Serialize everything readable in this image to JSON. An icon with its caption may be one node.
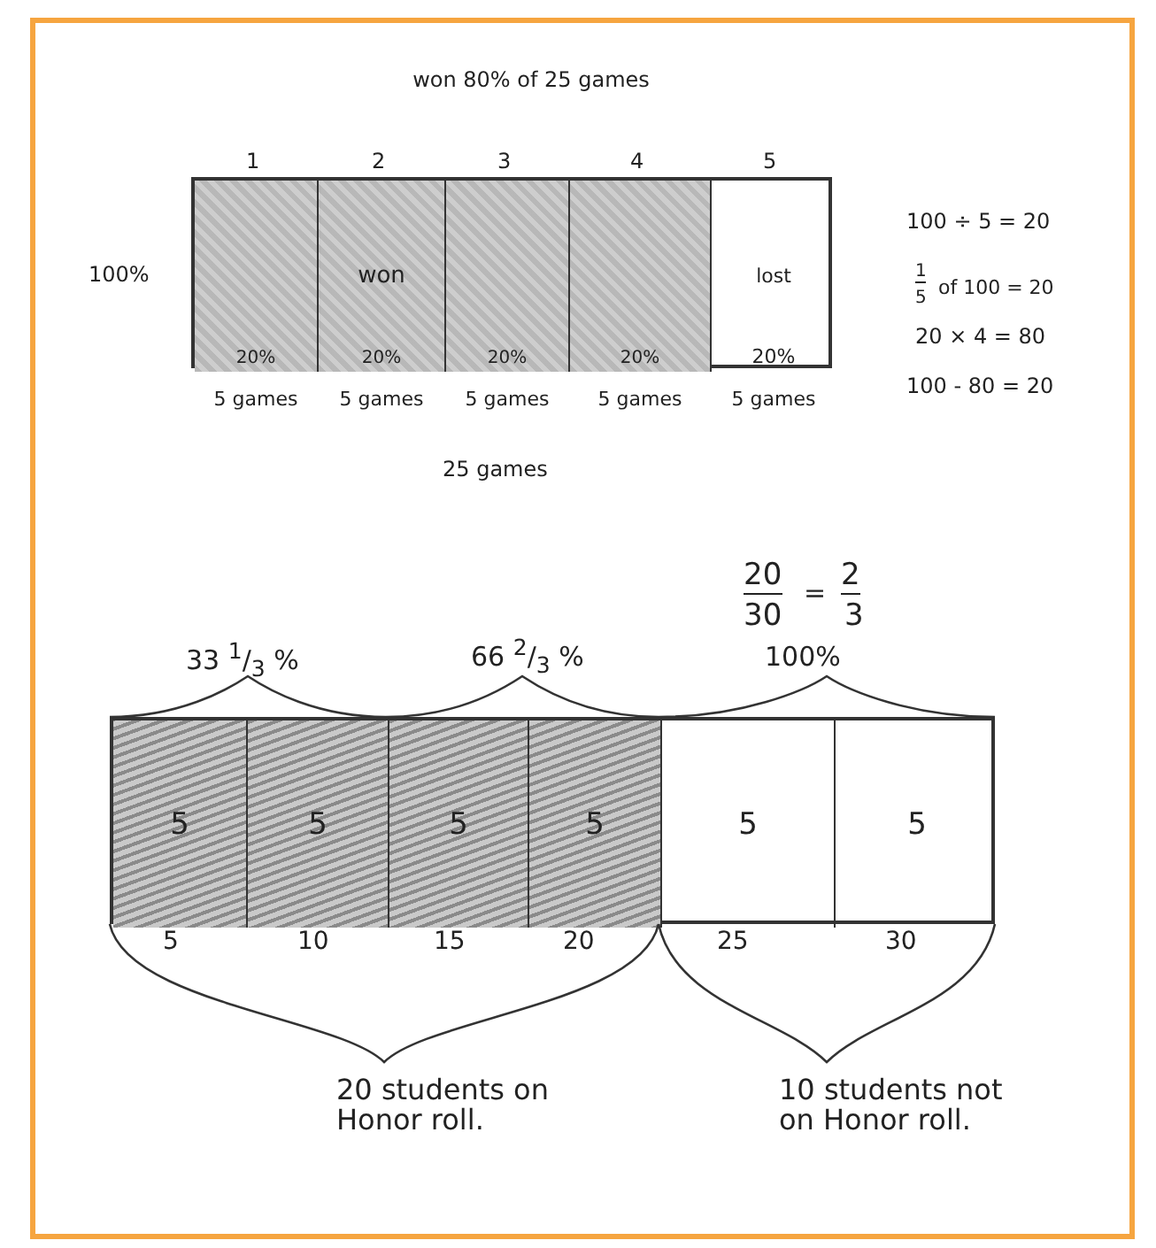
{
  "diagram": {
    "title": "won 80% of 25 games",
    "nodes": [
      {
        "text": [],
        "shape": "bar"
      },
      {
        "text": [
          "20%"
        ],
        "in": 0,
        "beside": [
          "5 games"
        ]
      },
      {
        "text": [
          "won",
          "20%"
        ],
        "in": 0,
        "beside": [
          "5 games"
        ]
      },
      {
        "text": [
          "20%"
        ],
        "in": 0,
        "beside": [
          "5 games"
        ]
      },
      {
        "text": [
          "20%"
        ],
        "in": 0,
        "beside": [
          "5 games"
        ]
      },
      {
        "text": [
          "lost",
          "20%"
        ],
        "in": 0,
        "beside": [
          "5 games"
        ]
      },
      {
        "text": [],
        "shape": "bar"
      },
      {
        "text": [
          "5"
        ],
        "in": 6
      },
      {
        "text": [
          "5"
        ],
        "in": 6
      },
      {
        "text": [
          "5"
        ],
        "in": 6
      },
      {
        "text": [
          "5"
        ],
        "in": 6
      },
      {
        "text": [
          "5"
        ],
        "in": 6
      },
      {
        "text": [
          "5"
        ],
        "in": 6
      }
    ],
    "labels": [
      "1",
      "2",
      "3",
      "4",
      "5",
      "100%",
      "100 ÷ 5 = 20",
      "1",
      "5",
      "of 100 = 20",
      "20 × 4 = 80",
      "100 - 80 = 20",
      "25 games",
      "20",
      "30",
      "=",
      "2",
      "3",
      "33 $^{1}$/$_{3}$ %",
      "66 $^{2}$/$_{3}$ %",
      "100%",
      "5",
      "10",
      "15",
      "20",
      "25",
      "30",
      "20 students on Honor roll.",
      "10 students not on Honor roll."
    ]
  }
}
